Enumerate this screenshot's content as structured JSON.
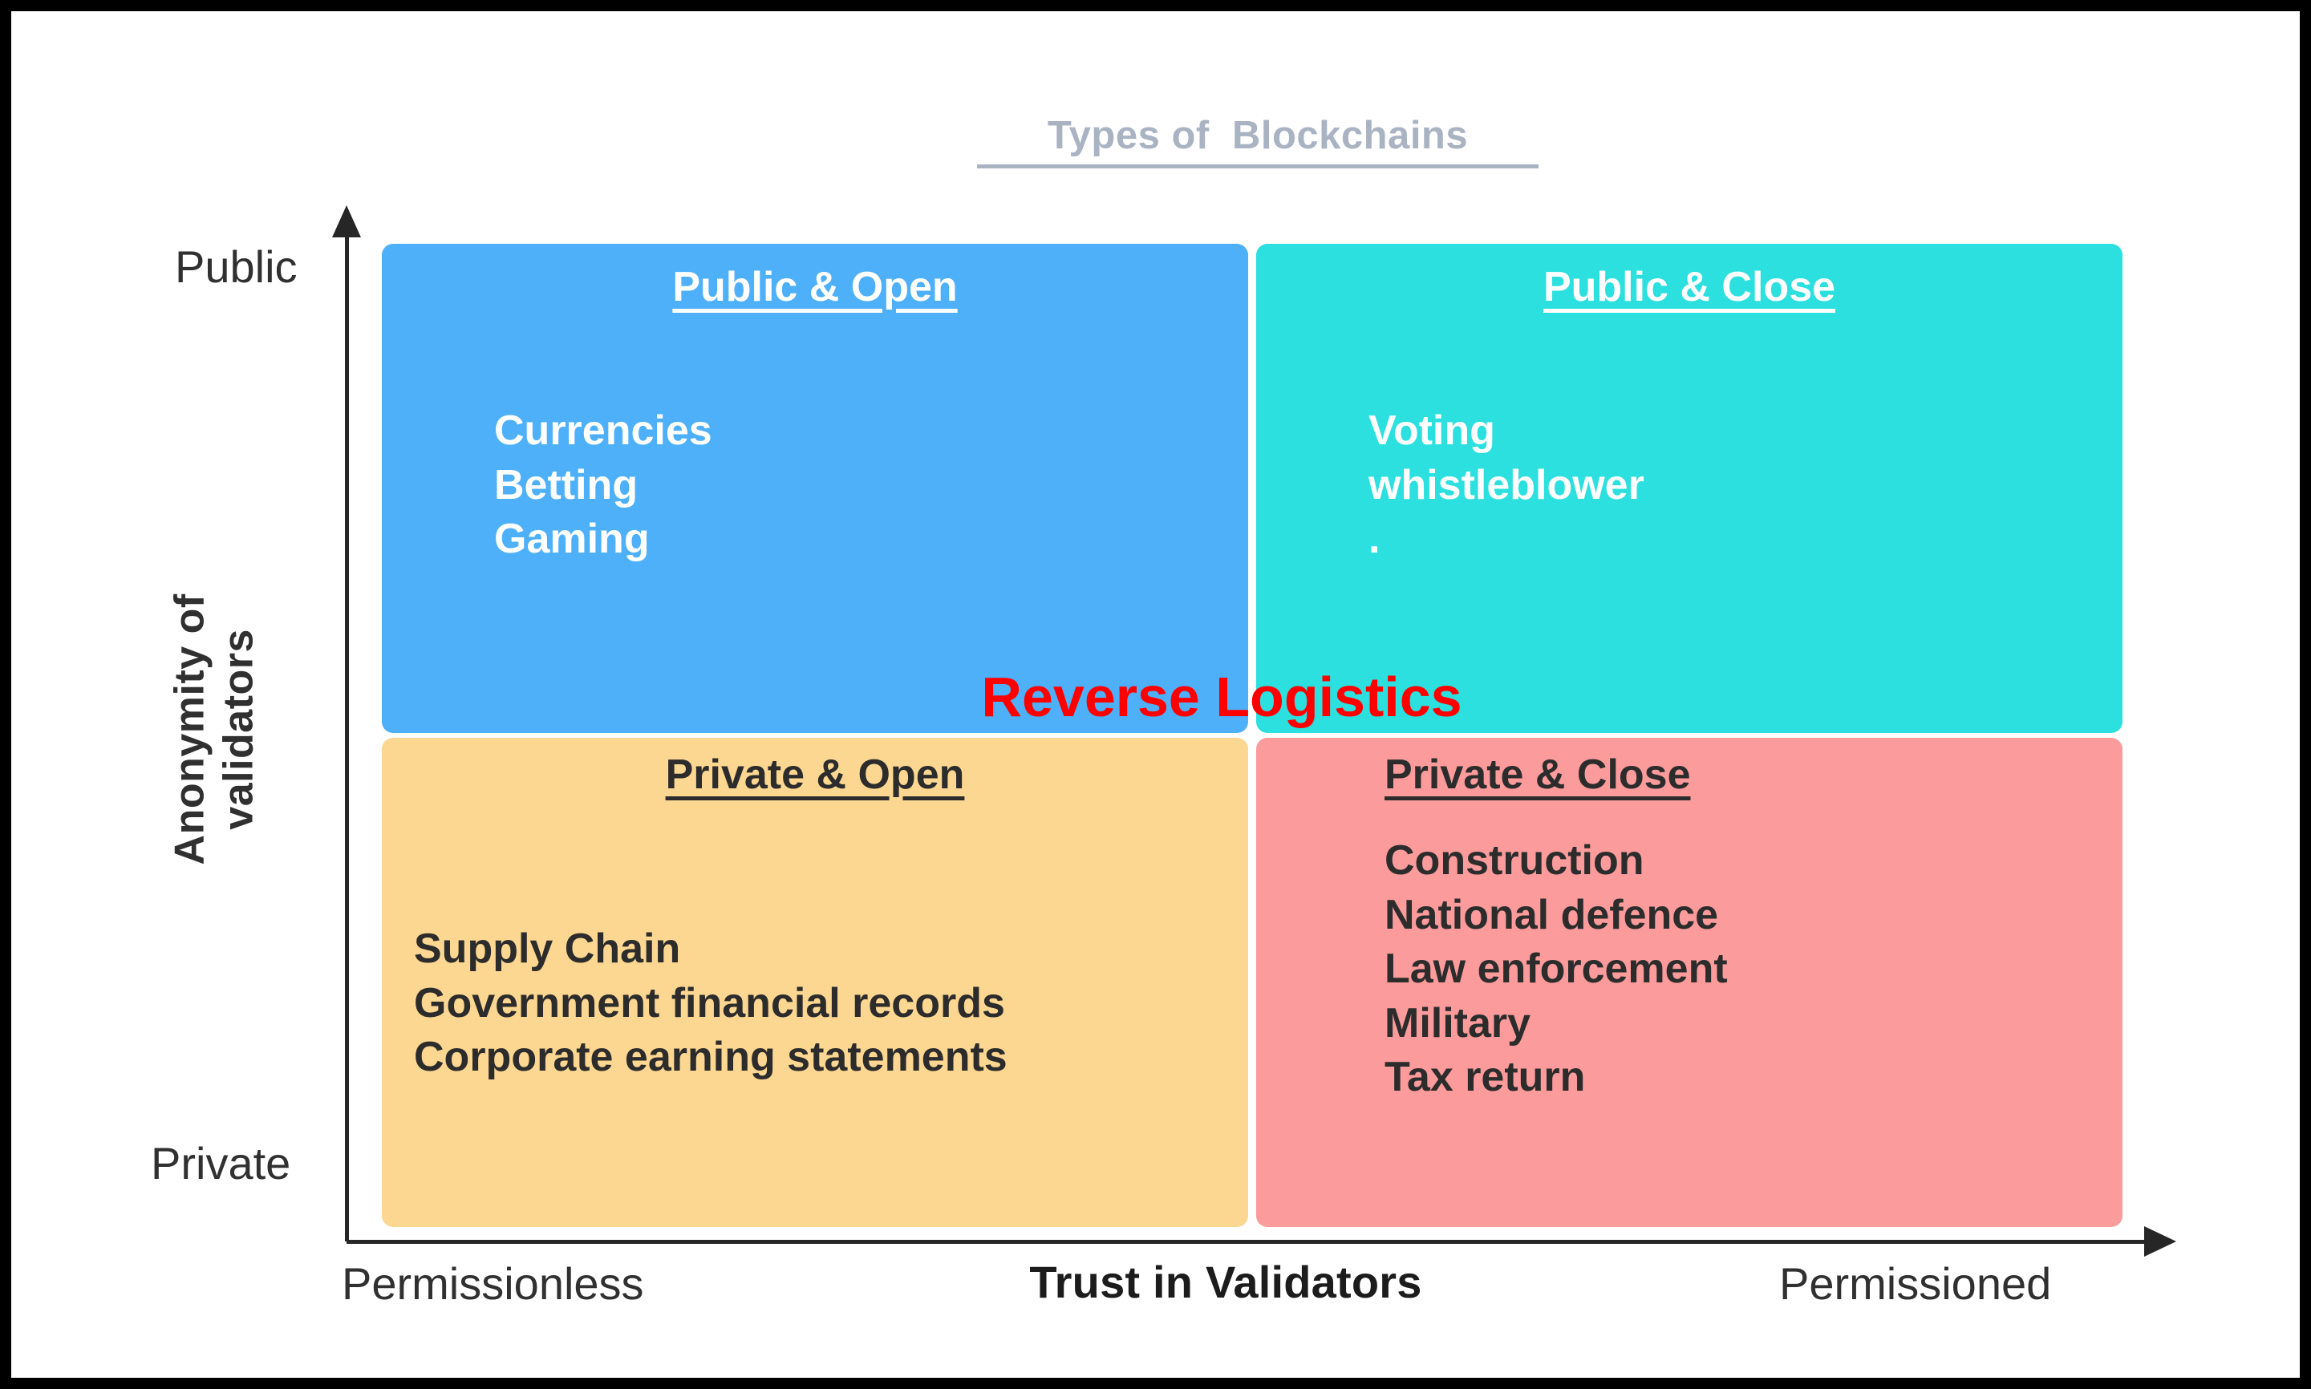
{
  "chart_data": {
    "type": "matrix",
    "title": "Types of  Blockchains",
    "xlabel": "Trust in Validators",
    "ylabel": "Anonymity of\nvalidators",
    "x_axis": {
      "left_label": "Permissionless",
      "right_label": "Permissioned"
    },
    "y_axis": {
      "top_label": "Public",
      "bottom_label": "Private"
    },
    "annotation": "Reverse\nLogistics",
    "quadrants": [
      {
        "id": "public-open",
        "position": "top-left",
        "heading": "Public & Open",
        "color": "#4db0f9",
        "text_color": "#ffffff",
        "items": [
          "Currencies",
          "Betting",
          "Gaming"
        ]
      },
      {
        "id": "public-close",
        "position": "top-right",
        "heading": "Public & Close",
        "color": "#2be0de",
        "text_color": "#ffffff",
        "items": [
          "Voting",
          "whistleblower",
          "."
        ]
      },
      {
        "id": "private-open",
        "position": "bottom-left",
        "heading": "Private & Open",
        "color": "#fcd791",
        "text_color": "#2c2c2c",
        "items": [
          "Supply Chain",
          "Government financial records",
          "Corporate earning statements"
        ]
      },
      {
        "id": "private-close",
        "position": "bottom-right",
        "heading": "Private & Close",
        "color": "#fb9b9b",
        "text_color": "#2c2c2c",
        "items": [
          "Construction",
          "National defence",
          "Law enforcement",
          "Military",
          "Tax return"
        ]
      }
    ]
  },
  "title": {
    "text": "Types of  Blockchains",
    "color": "#a9b3c2"
  },
  "axes": {
    "y_title": "Anonymity of\nvalidators",
    "y_top_tick": "Public",
    "y_bottom_tick": "Private",
    "x_title": "Trust in Validators",
    "x_left_tick": "Permissionless",
    "x_right_tick": "Permissioned"
  },
  "quadrants": {
    "public_open": {
      "heading": "Public & Open",
      "items": "Currencies\nBetting\nGaming"
    },
    "public_close": {
      "heading": "Public & Close",
      "items": "Voting\nwhistleblower\n."
    },
    "private_open": {
      "heading": "Private & Open",
      "items": "Supply Chain\nGovernment financial records\nCorporate earning statements"
    },
    "private_close": {
      "heading": "Private & Close",
      "items": "Construction\nNational defence\nLaw enforcement\nMilitary\nTax return"
    }
  },
  "annotation": {
    "text": "Reverse\nLogistics",
    "color": "#ff0000"
  },
  "colors": {
    "public_open": "#4db0f9",
    "public_close": "#2be0de",
    "private_open": "#fcd791",
    "private_close": "#fb9b9b",
    "axis": "#262626",
    "border": "#000000",
    "title": "#a9b3c2",
    "annotation": "#ff0000"
  }
}
